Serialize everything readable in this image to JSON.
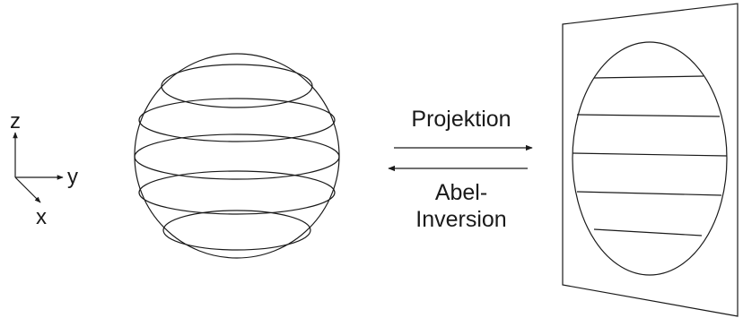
{
  "axes": {
    "z_label": "z",
    "y_label": "y",
    "x_label": "x"
  },
  "arrows": {
    "projection_label": "Projektion",
    "inversion_label_line1": "Abel-",
    "inversion_label_line2": "Inversion"
  },
  "colors": {
    "ink": "#1a1a1a",
    "background": "#ffffff"
  }
}
